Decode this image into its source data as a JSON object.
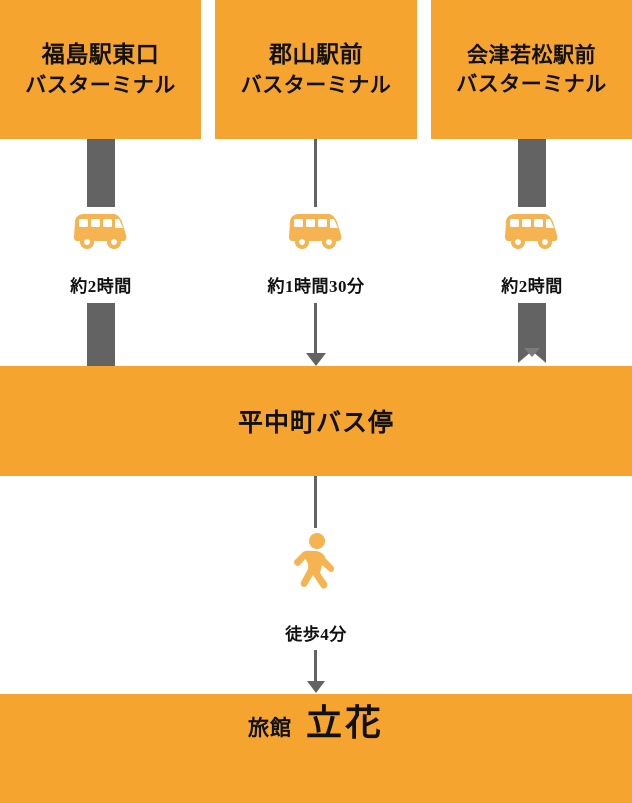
{
  "theme": {
    "accent_orange": "#f5a52f",
    "connector_gray": "#636363",
    "text_dark": "#111111",
    "background": "#ffffff"
  },
  "diagram": {
    "type": "access-route-flow",
    "origins": [
      {
        "id": "fukushima",
        "name_line1": "福島駅東口",
        "name_line2": "バスターミナル",
        "transport_icon": "bus-icon",
        "duration": "約2時間",
        "connector_style": "thick-bar"
      },
      {
        "id": "koriyama",
        "name_line1": "郡山駅前",
        "name_line2": "バスターミナル",
        "transport_icon": "bus-icon",
        "duration": "約1時間30分",
        "connector_style": "thin-arrow"
      },
      {
        "id": "aizuwakamatsu",
        "name_line1": "会津若松駅前",
        "name_line2": "バスターミナル",
        "transport_icon": "bus-icon",
        "duration": "約2時間",
        "connector_style": "thick-bar-arrow"
      }
    ],
    "hub": {
      "id": "hiranakamachi",
      "label": "平中町バス停"
    },
    "final_leg": {
      "transport_icon": "walking-person-icon",
      "duration": "徒歩4分",
      "connector_style": "thin-arrow"
    },
    "destination": {
      "id": "tachibana",
      "prefix": "旅館",
      "name": "立花"
    }
  }
}
